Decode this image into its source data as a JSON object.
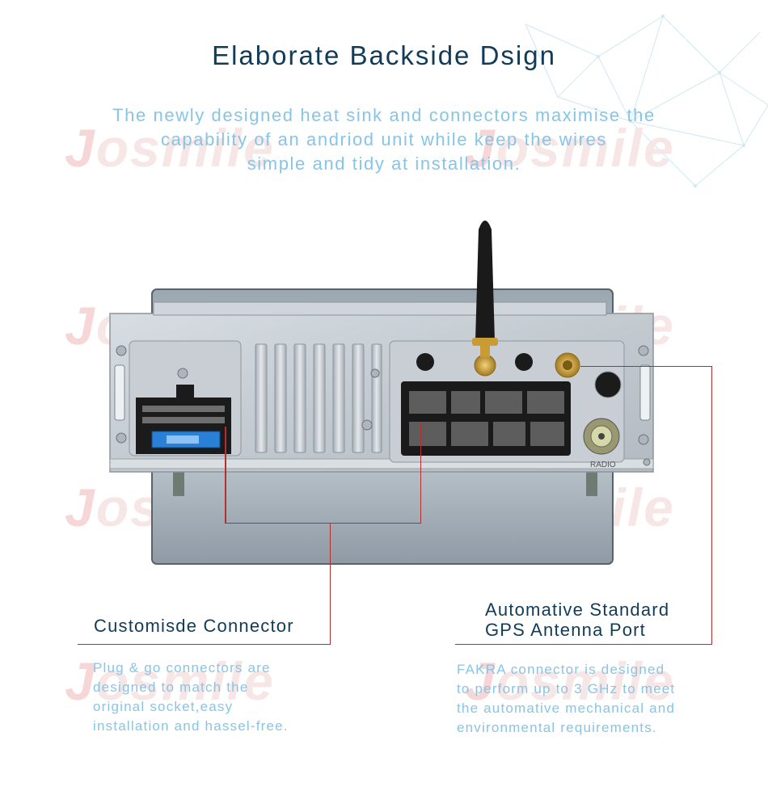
{
  "header": {
    "title": "Elaborate Backside Dsign",
    "subtitle_lines": [
      "The newly designed heat sink and connectors maximise the",
      "capability of an andriod unit while keep the wires",
      "simple and tidy at installation."
    ]
  },
  "watermark": {
    "text": "osmile",
    "initial": "J"
  },
  "device": {
    "port_label": "RADIO"
  },
  "callouts": {
    "left": {
      "heading": "Customisde Connector",
      "desc_lines": [
        "Plug & go connectors are",
        "designed to match the",
        "original socket,easy",
        "installation and hassel-free."
      ]
    },
    "right": {
      "heading_lines": [
        "Automative Standard",
        "GPS Antenna Port"
      ],
      "desc_lines": [
        "FAKRA connector is designed",
        "to perform up to 3 GHz to meet",
        "the automative mechanical and",
        "environmental requirements."
      ]
    }
  },
  "colors": {
    "title": "#123b57",
    "subtitle": "#86c5e8",
    "callout_line": "#b3302f",
    "harness_blue": "#2a7fd6",
    "gps_gold": "#d4a63a"
  }
}
